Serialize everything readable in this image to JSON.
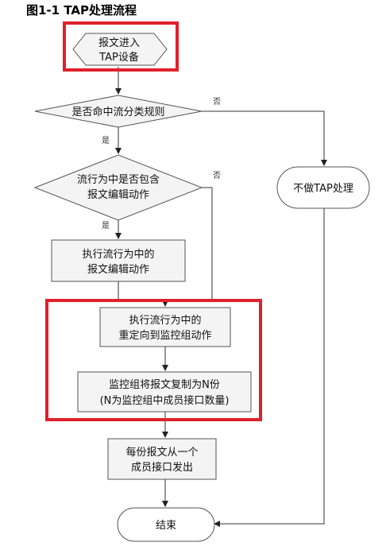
{
  "title": "图1-1 TAP处理流程",
  "nodes": {
    "start": [
      "报文进入",
      "TAP设备"
    ],
    "decision1": [
      "是否命中流分类规则"
    ],
    "decision2": [
      "流行为中是否包含",
      "报文编辑动作"
    ],
    "process_edit": [
      "执行流行为中的",
      "报文编辑动作"
    ],
    "process_redirect": [
      "执行流行为中的",
      "重定向到监控组动作"
    ],
    "process_copy": [
      "监控组将报文复制为N份",
      "(N为监控组中成员接口数量)"
    ],
    "process_send": [
      "每份报文从一个",
      "成员接口发出"
    ],
    "no_tap": [
      "不做TAP处理"
    ],
    "end": [
      "结束"
    ]
  },
  "labels": {
    "yes1": "是",
    "no1": "否",
    "yes2": "是",
    "no2": "否"
  },
  "colors": {
    "highlight": "#e0202a",
    "line": "#333333",
    "box_fill": "#f4f4f4"
  }
}
